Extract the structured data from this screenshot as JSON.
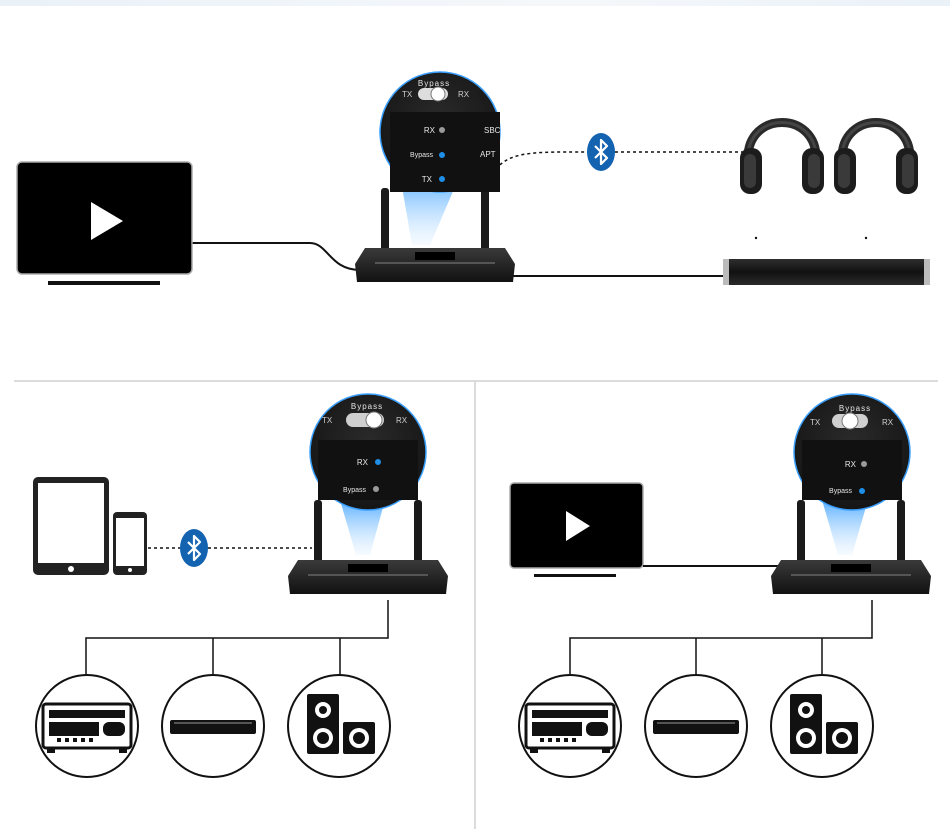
{
  "top_panel": {
    "zoom": {
      "switch_label": "Bypass",
      "switch_left": "TX",
      "switch_right": "RX",
      "indicators": [
        {
          "label": "RX",
          "state": "off"
        },
        {
          "label": "Bypass",
          "state": "on"
        },
        {
          "label": "TX",
          "state": "on"
        }
      ],
      "codec_labels": [
        "SBC",
        "APT"
      ]
    }
  },
  "bottom_left_panel": {
    "zoom": {
      "switch_label": "Bypass",
      "switch_left": "TX",
      "switch_right": "RX",
      "indicators": [
        {
          "label": "RX",
          "state": "on"
        },
        {
          "label": "Bypass",
          "state": "off"
        }
      ]
    }
  },
  "bottom_right_panel": {
    "zoom": {
      "switch_label": "Bypass",
      "switch_left": "TX",
      "switch_right": "RX",
      "indicators": [
        {
          "label": "RX",
          "state": "off"
        },
        {
          "label": "Bypass",
          "state": "on"
        }
      ]
    }
  },
  "colors": {
    "led_on": "#1e8ee6",
    "led_off": "#9a9a9a",
    "bluetooth": "#1463b0",
    "device_dark": "#1a1a1a",
    "line": "#111111"
  },
  "icons": [
    "tv-icon",
    "play-icon",
    "headphones-icon",
    "soundbar-icon",
    "bluetooth-icon",
    "tablet-icon",
    "phone-icon",
    "av-receiver-icon",
    "speakers-icon",
    "transceiver-icon"
  ]
}
